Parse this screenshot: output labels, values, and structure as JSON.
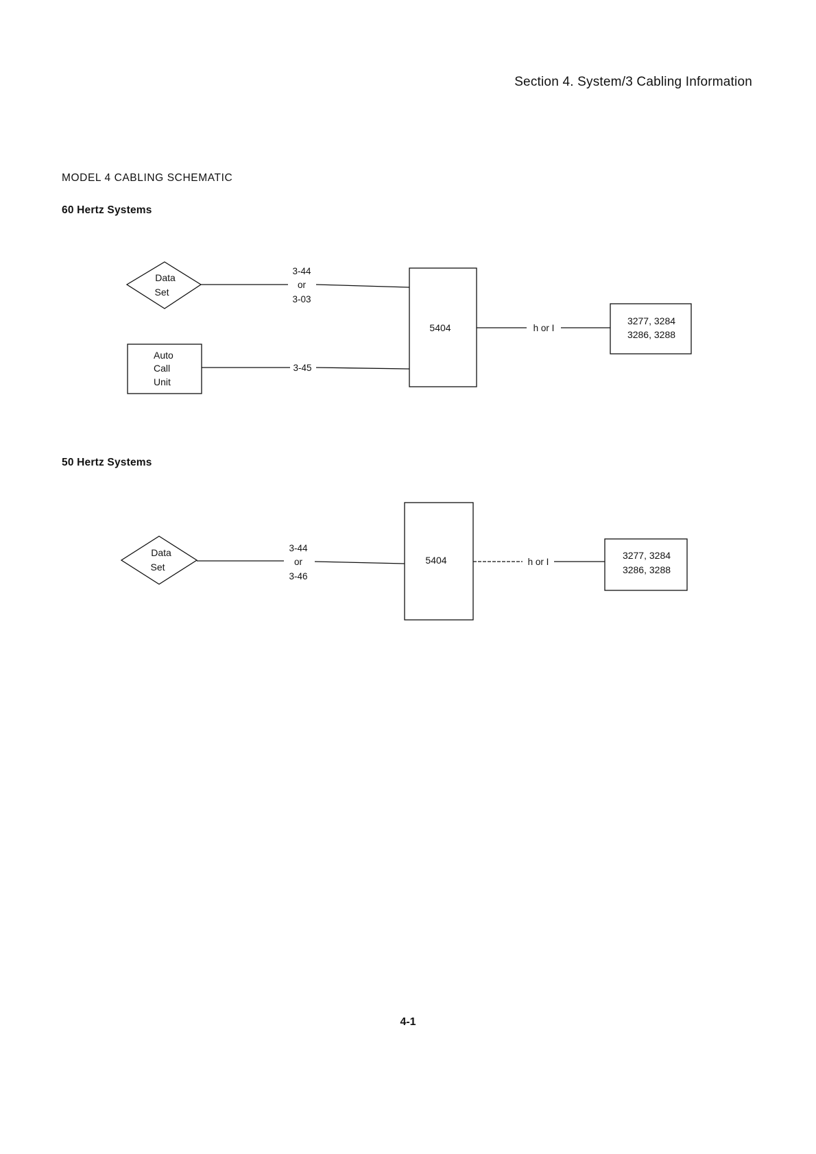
{
  "header": {
    "section_title": "Section 4. System/3 Cabling Information"
  },
  "title": "MODEL 4 CABLING SCHEMATIC",
  "diagrams": [
    {
      "heading": "60 Hertz Systems",
      "nodes": {
        "data_set": [
          "Data",
          "Set"
        ],
        "auto_call_unit": [
          "Auto",
          "Call",
          "Unit"
        ],
        "processor": "5404",
        "terminals": [
          "3277, 3284",
          "3286, 3288"
        ]
      },
      "cables": {
        "data_set_link": [
          "3-44",
          "or",
          "3-03"
        ],
        "auto_call_link": "3-45",
        "terminal_link": "h or I"
      }
    },
    {
      "heading": "50 Hertz Systems",
      "nodes": {
        "data_set": [
          "Data",
          "Set"
        ],
        "processor": "5404",
        "terminals": [
          "3277, 3284",
          "3286, 3288"
        ]
      },
      "cables": {
        "data_set_link": [
          "3-44",
          "or",
          "3-46"
        ],
        "terminal_link": "h or I"
      }
    }
  ],
  "footer": {
    "page_number": "4-1"
  }
}
